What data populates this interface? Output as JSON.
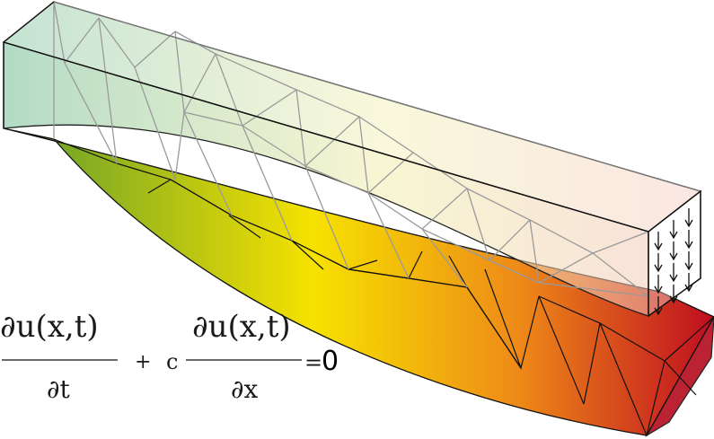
{
  "equation": {
    "term1_numerator": "∂u(x,t)",
    "term1_denominator": "∂t",
    "plus": "+",
    "coefficient": "c",
    "term2_numerator": "∂u(x,t)",
    "term2_denominator": "∂x",
    "equals": "=",
    "rhs": "0"
  },
  "colors": {
    "undeformed_left": "#8cc8a8",
    "undeformed_mid": "#f3f0b4",
    "undeformed_right": "#f2c3b8",
    "deformed_green": "#6aa02a",
    "deformed_yellow": "#f6e200",
    "deformed_orange": "#ee8a18",
    "deformed_red": "#c01020",
    "mesh_dark": "#111111",
    "mesh_gray": "#9a9a9a"
  },
  "load_arrows": {
    "icon": "down-arrow-icon",
    "columns": 3,
    "rows": 4
  }
}
